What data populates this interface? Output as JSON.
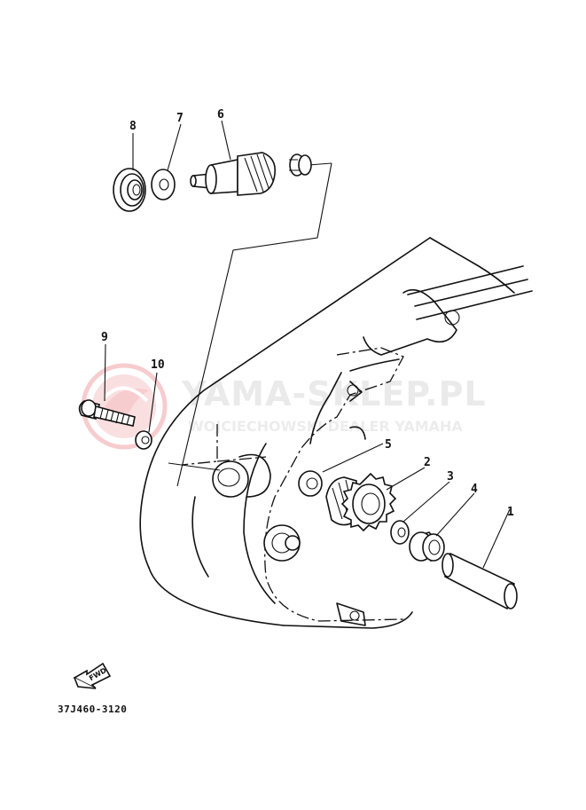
{
  "watermark": {
    "title": "YAMA-SKLEP.PL",
    "subtitle": "WOJCIECHOWSKI DEALER YAMAHA",
    "color": "#e63946"
  },
  "callouts": [
    "1",
    "2",
    "3",
    "4",
    "5",
    "6",
    "7",
    "8",
    "9",
    "10"
  ],
  "fwd_label": "FWD",
  "diagram_code": "37J460-3120"
}
